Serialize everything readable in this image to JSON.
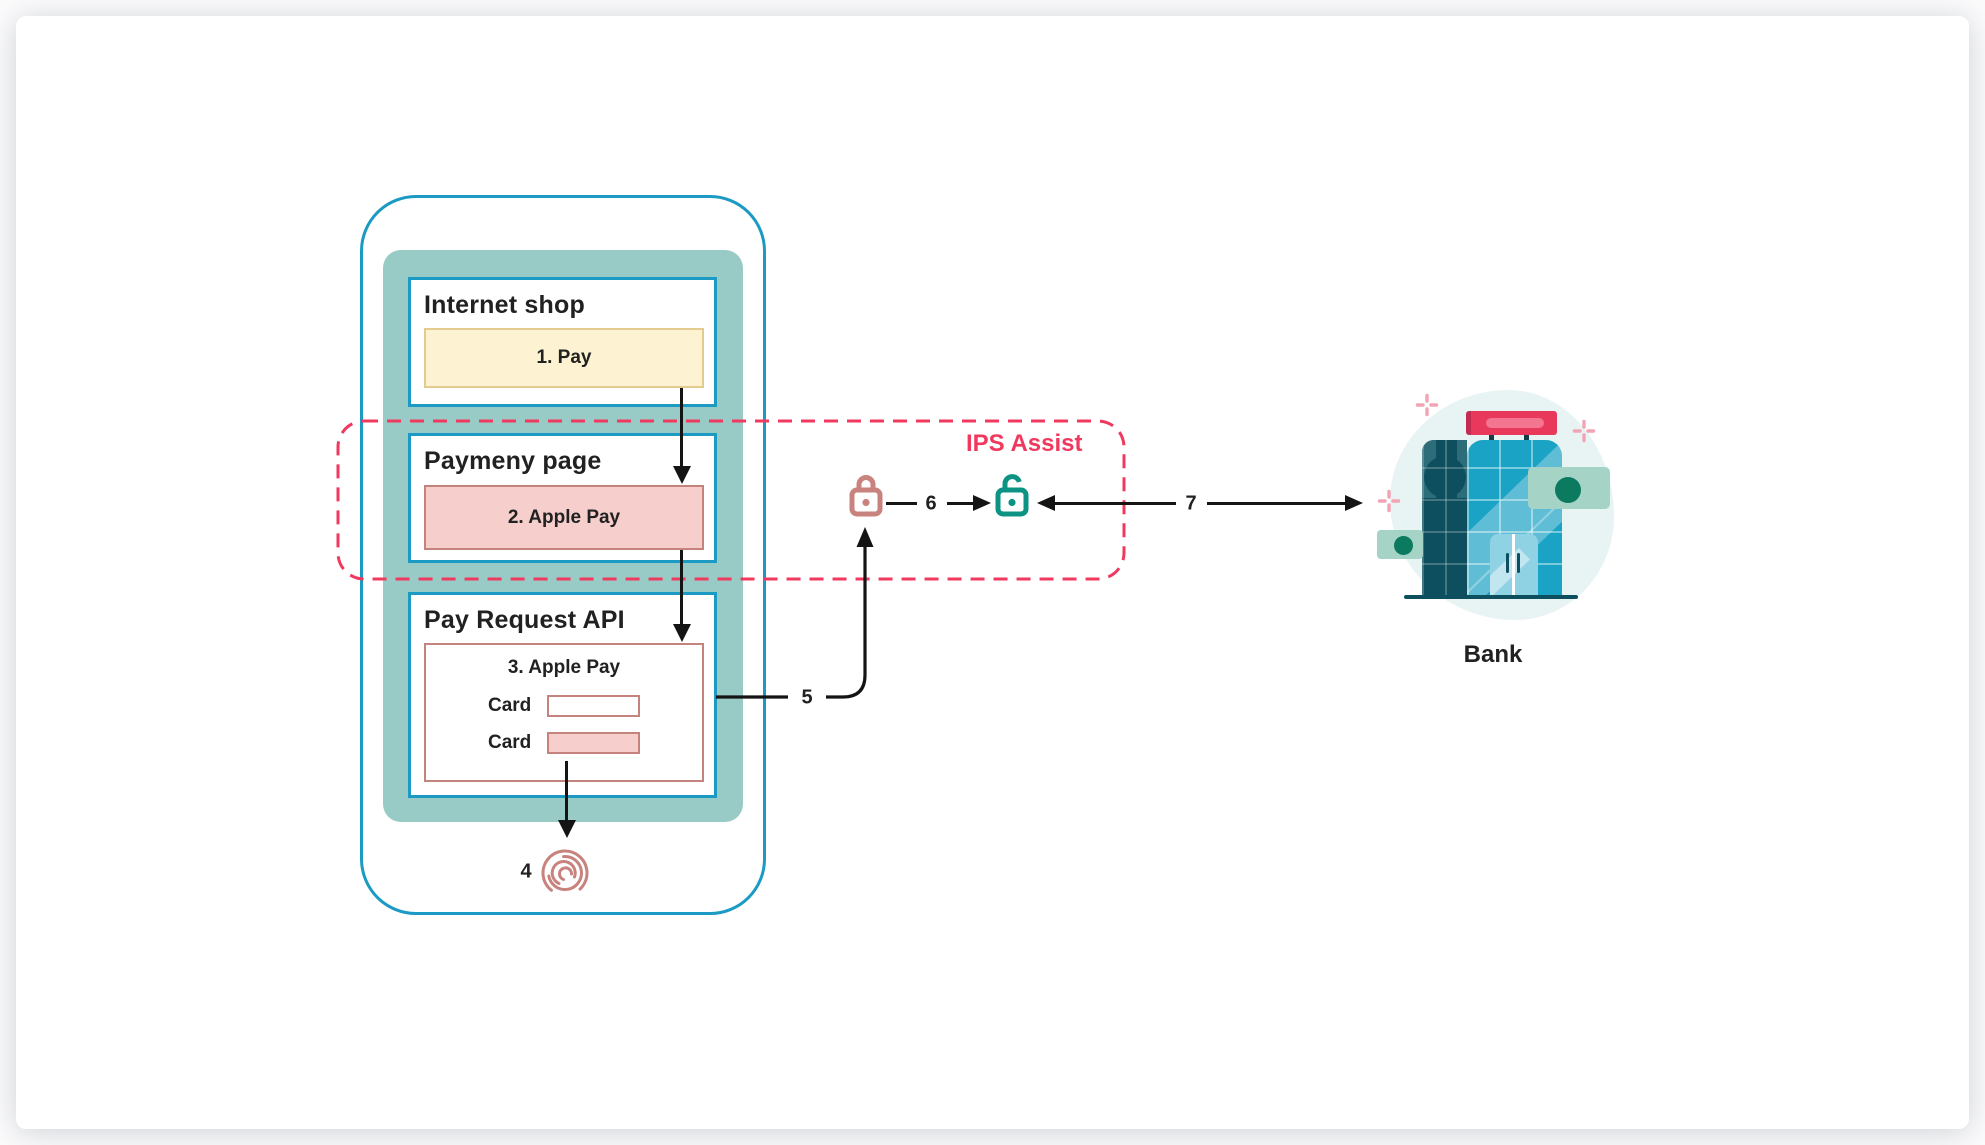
{
  "diagram": {
    "phone": {
      "internet_shop": {
        "title": "Internet shop",
        "button": "1. Pay"
      },
      "payment_page": {
        "title": "Paymeny page",
        "button": "2. Apple Pay"
      },
      "pay_request_api": {
        "title": "Pay Request API",
        "sheet_title": "3. Apple Pay",
        "fields": [
          {
            "label": "Card",
            "filled": false
          },
          {
            "label": "Card",
            "filled": true
          }
        ]
      }
    },
    "ips_assist": {
      "label": "IPS Assist"
    },
    "bank": {
      "label": "Bank"
    },
    "steps": {
      "s4": "4",
      "s5": "5",
      "s6": "6",
      "s7": "7"
    },
    "icons": {
      "fingerprint": "fingerprint-icon",
      "locked_padlock": "locked-padlock-icon",
      "unlocked_padlock": "unlocked-padlock-icon",
      "bank_building": "bank-building-icon",
      "sparkle": "sparkle-icon"
    },
    "colors": {
      "phone_border": "#1b9ac4",
      "panel_teal": "#98cbc5",
      "box_border": "#1b9ac4",
      "pay_fill": "#fdf3d2",
      "pay_border": "#e4cb8f",
      "applepay_fill": "#f6cfcc",
      "applepay_border": "#c5837e",
      "ips_accent": "#f0395e",
      "salmon": "#c9837f",
      "green_lock": "#0d9384",
      "arrow": "#141414",
      "text": "#212121",
      "bank_dark": "#0d4f5e",
      "bank_mid": "#2d6d7a",
      "bank_cyan": "#1aa3c5",
      "bank_door": "#8ed2e4",
      "bank_sign_red": "#e8395c",
      "bank_sign_red_edge": "#c22c50",
      "bank_pill": "#f3758f",
      "bank_awning": "#a5d3c6",
      "bank_green_dot": "#0c7a5e",
      "bank_blob": "#e8f3f3",
      "sparkle_pink": "#f2a3b4"
    }
  }
}
